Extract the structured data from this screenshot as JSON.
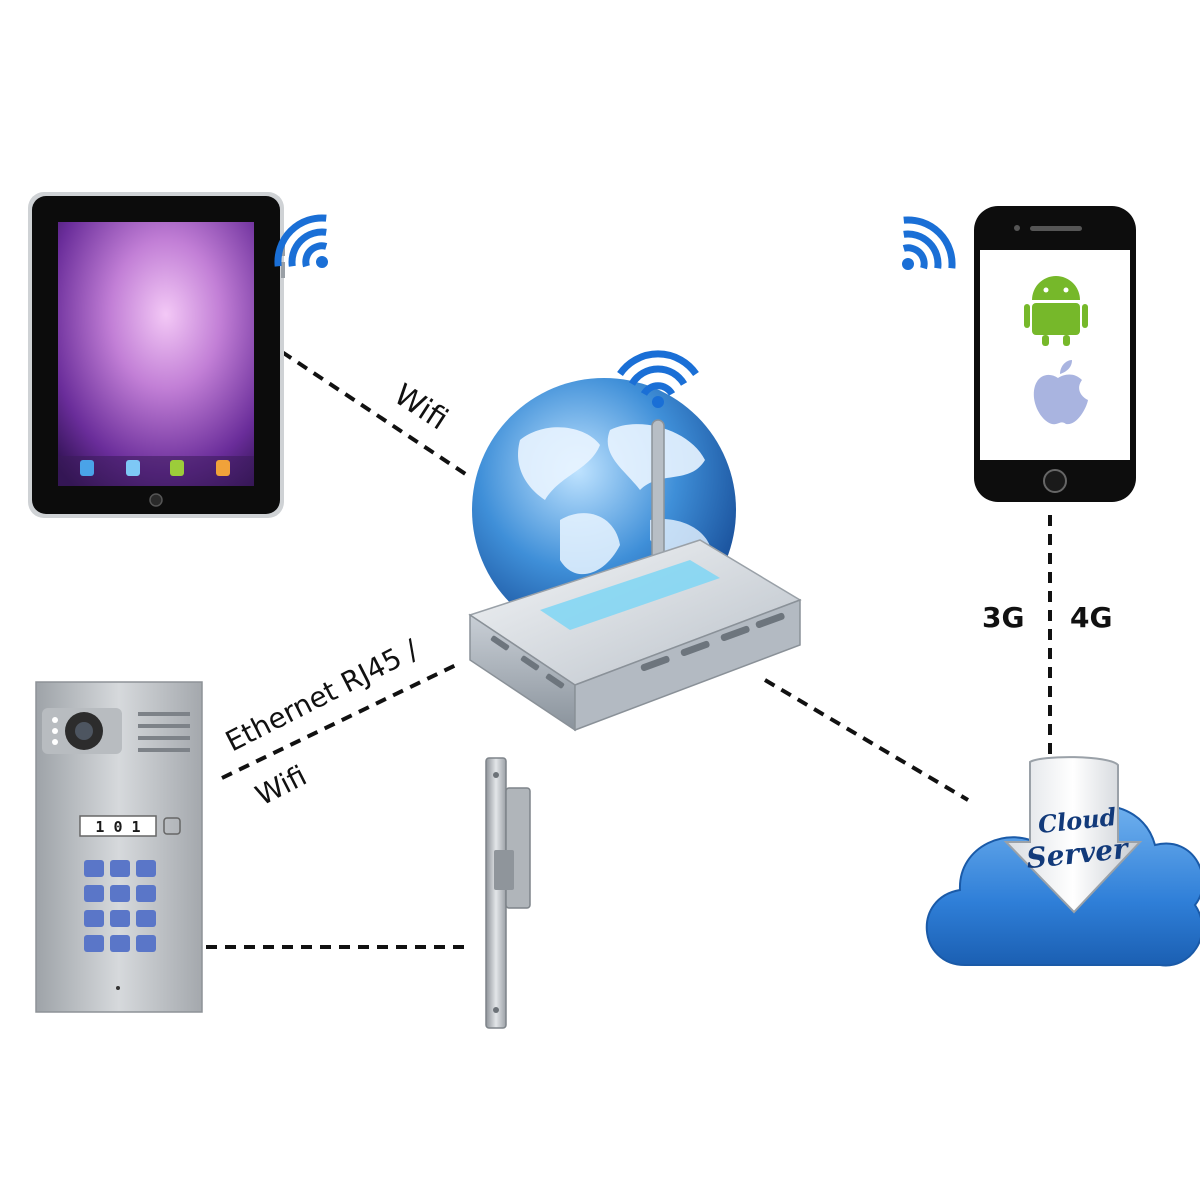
{
  "labels": {
    "wifi_top": "Wifi",
    "ethernet": "Ethernet RJ45 /",
    "wifi_bottom": "Wifi",
    "net_3g": "3G",
    "net_4g": "4G"
  },
  "cloud": {
    "line1": "Cloud",
    "line2": "Server"
  },
  "door_station": {
    "room_number": "1 0 1"
  },
  "colors": {
    "connector": "#111111",
    "wifi_signal": "#1a6fd6",
    "cloud": "#2f7fd8",
    "tablet_screen": "#b060c8",
    "android": "#76b82a"
  }
}
